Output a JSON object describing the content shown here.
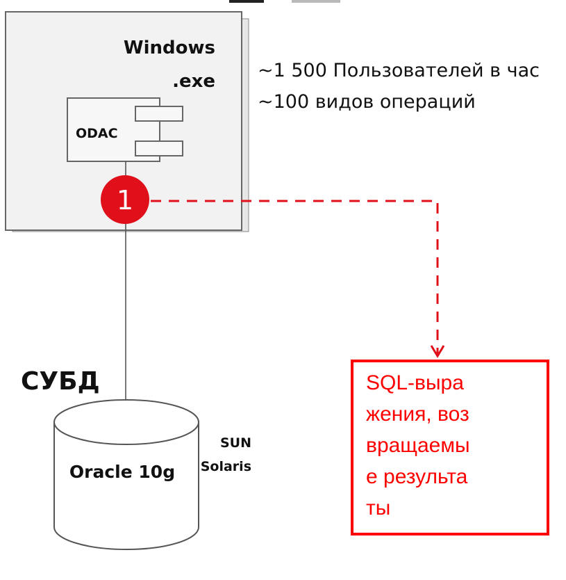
{
  "client": {
    "title_line1": "Windows",
    "title_line2": ".exe",
    "component_label": "ODAC",
    "top_partial_label": ""
  },
  "stats": {
    "users_per_hour": "~1 500 Пользователей в час",
    "operation_types": "~100 видов операций"
  },
  "marker": {
    "number": "1",
    "color": "#e0101a"
  },
  "database": {
    "section_label": "СУБД",
    "name": "Oracle 10g",
    "os_line1": "SUN",
    "os_line2": "Solaris"
  },
  "note": {
    "text": "SQL-выражения, возвращаемые результаты",
    "color": "#ff0000"
  }
}
